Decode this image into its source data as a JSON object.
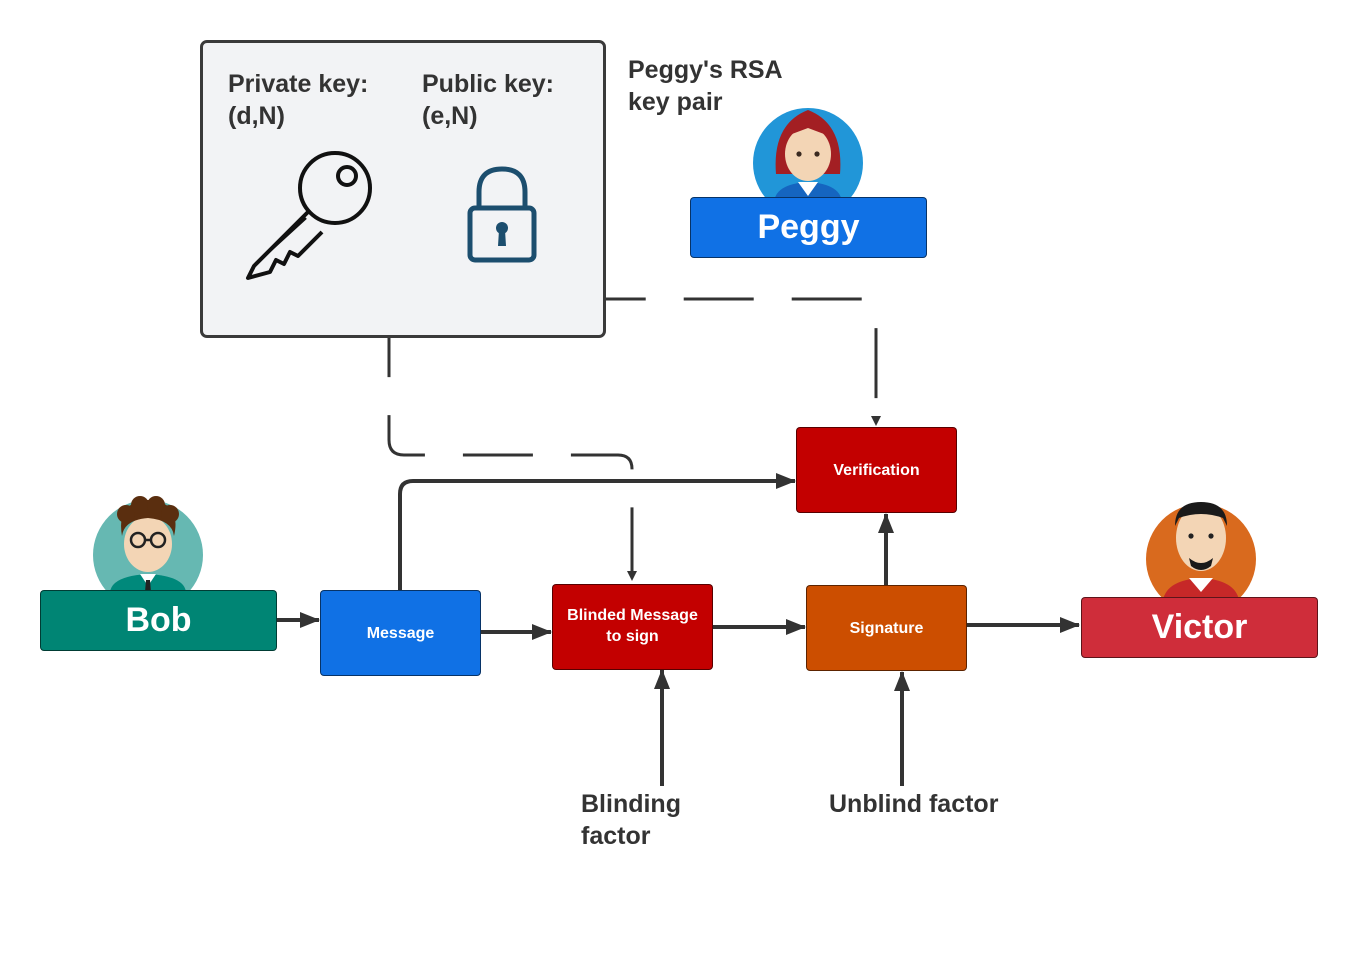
{
  "key_pair": {
    "private_key_label": "Private key:\n(d,N)",
    "public_key_label": "Public key:\n(e,N)",
    "caption": "Peggy's RSA\nkey pair",
    "icons": [
      "key-icon",
      "padlock-icon"
    ]
  },
  "actors": {
    "peggy": {
      "name": "Peggy",
      "color": "#1071e5",
      "avatar_bg": "#2196d8"
    },
    "bob": {
      "name": "Bob",
      "color": "#008574",
      "avatar_bg": "#66b8b2"
    },
    "victor": {
      "name": "Victor",
      "color": "#cf2d3a",
      "avatar_bg": "#d96a1e"
    }
  },
  "process": {
    "message": {
      "label": "Message",
      "color": "#1071e5"
    },
    "blinded_message": {
      "label": "Blinded Message\nto sign",
      "color": "#c30000"
    },
    "signature": {
      "label": "Signature",
      "color": "#cc4e00"
    },
    "verification": {
      "label": "Verification",
      "color": "#c30000"
    }
  },
  "inputs": {
    "blinding_factor": "Blinding\nfactor",
    "unblind_factor": "Unblind factor"
  }
}
